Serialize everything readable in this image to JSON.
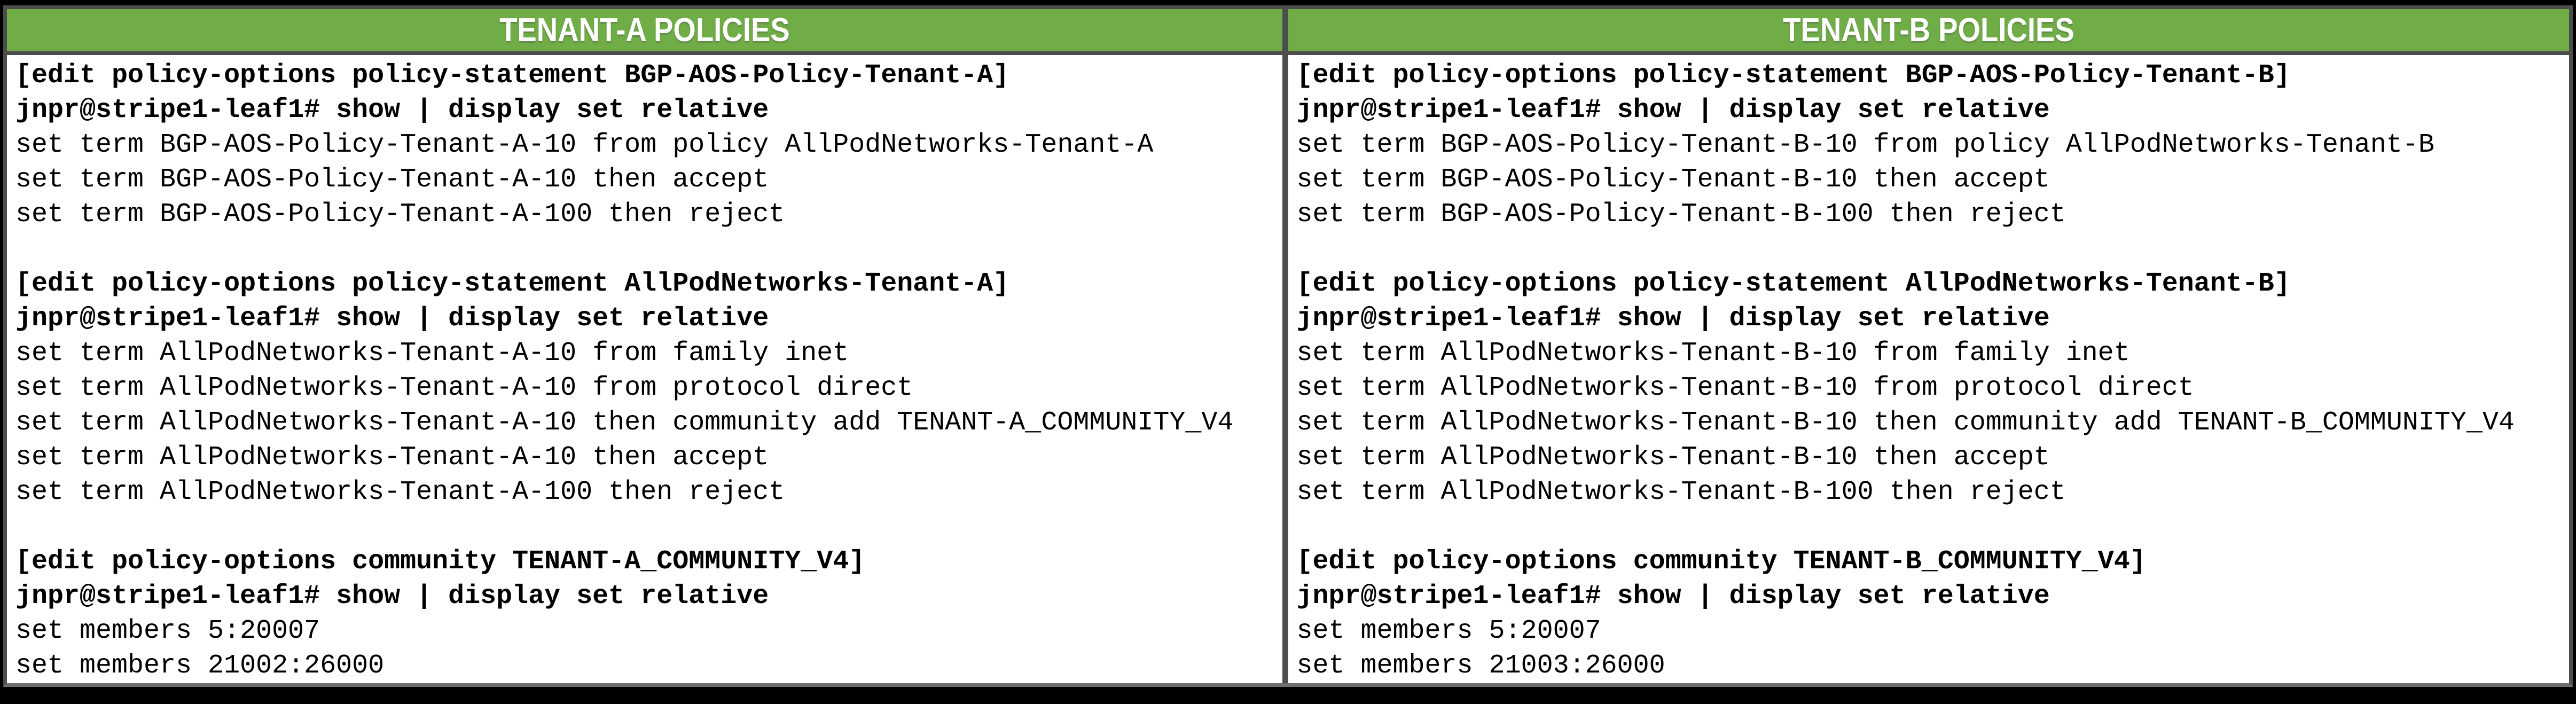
{
  "table": {
    "colors": {
      "header_bg": "#70AD47",
      "header_text": "#FFFFFF",
      "border": "#4D4D4D",
      "body_bg": "#FFFFFF",
      "body_text": "#000000",
      "page_bg": "#000000"
    },
    "columns": [
      {
        "header": "TENANT-A POLICIES",
        "lines": [
          {
            "text": "[edit policy-options policy-statement BGP-AOS-Policy-Tenant-A]",
            "bold": true
          },
          {
            "text": "jnpr@stripe1-leaf1# show | display set relative",
            "bold": true
          },
          {
            "text": "set term BGP-AOS-Policy-Tenant-A-10 from policy AllPodNetworks-Tenant-A",
            "bold": false
          },
          {
            "text": "set term BGP-AOS-Policy-Tenant-A-10 then accept",
            "bold": false
          },
          {
            "text": "set term BGP-AOS-Policy-Tenant-A-100 then reject",
            "bold": false
          },
          {
            "text": "",
            "bold": false
          },
          {
            "text": "[edit policy-options policy-statement AllPodNetworks-Tenant-A]",
            "bold": true
          },
          {
            "text": "jnpr@stripe1-leaf1# show | display set relative",
            "bold": true
          },
          {
            "text": "set term AllPodNetworks-Tenant-A-10 from family inet",
            "bold": false
          },
          {
            "text": "set term AllPodNetworks-Tenant-A-10 from protocol direct",
            "bold": false
          },
          {
            "text": "set term AllPodNetworks-Tenant-A-10 then community add TENANT-A_COMMUNITY_V4",
            "bold": false
          },
          {
            "text": "set term AllPodNetworks-Tenant-A-10 then accept",
            "bold": false
          },
          {
            "text": "set term AllPodNetworks-Tenant-A-100 then reject",
            "bold": false
          },
          {
            "text": "",
            "bold": false
          },
          {
            "text": "[edit policy-options community TENANT-A_COMMUNITY_V4]",
            "bold": true
          },
          {
            "text": "jnpr@stripe1-leaf1# show | display set relative",
            "bold": true
          },
          {
            "text": "set members 5:20007",
            "bold": false
          },
          {
            "text": "set members 21002:26000",
            "bold": false
          }
        ]
      },
      {
        "header": "TENANT-B POLICIES",
        "lines": [
          {
            "text": "[edit policy-options policy-statement BGP-AOS-Policy-Tenant-B]",
            "bold": true
          },
          {
            "text": "jnpr@stripe1-leaf1# show | display set relative",
            "bold": true
          },
          {
            "text": "set term BGP-AOS-Policy-Tenant-B-10 from policy AllPodNetworks-Tenant-B",
            "bold": false
          },
          {
            "text": "set term BGP-AOS-Policy-Tenant-B-10 then accept",
            "bold": false
          },
          {
            "text": "set term BGP-AOS-Policy-Tenant-B-100 then reject",
            "bold": false
          },
          {
            "text": "",
            "bold": false
          },
          {
            "text": "[edit policy-options policy-statement AllPodNetworks-Tenant-B]",
            "bold": true
          },
          {
            "text": "jnpr@stripe1-leaf1# show | display set relative",
            "bold": true
          },
          {
            "text": "set term AllPodNetworks-Tenant-B-10 from family inet",
            "bold": false
          },
          {
            "text": "set term AllPodNetworks-Tenant-B-10 from protocol direct",
            "bold": false
          },
          {
            "text": "set term AllPodNetworks-Tenant-B-10 then community add TENANT-B_COMMUNITY_V4",
            "bold": false
          },
          {
            "text": "set term AllPodNetworks-Tenant-B-10 then accept",
            "bold": false
          },
          {
            "text": "set term AllPodNetworks-Tenant-B-100 then reject",
            "bold": false
          },
          {
            "text": "",
            "bold": false
          },
          {
            "text": "[edit policy-options community TENANT-B_COMMUNITY_V4]",
            "bold": true
          },
          {
            "text": "jnpr@stripe1-leaf1# show | display set relative",
            "bold": true
          },
          {
            "text": "set members 5:20007",
            "bold": false
          },
          {
            "text": "set members 21003:26000",
            "bold": false
          }
        ]
      }
    ]
  }
}
